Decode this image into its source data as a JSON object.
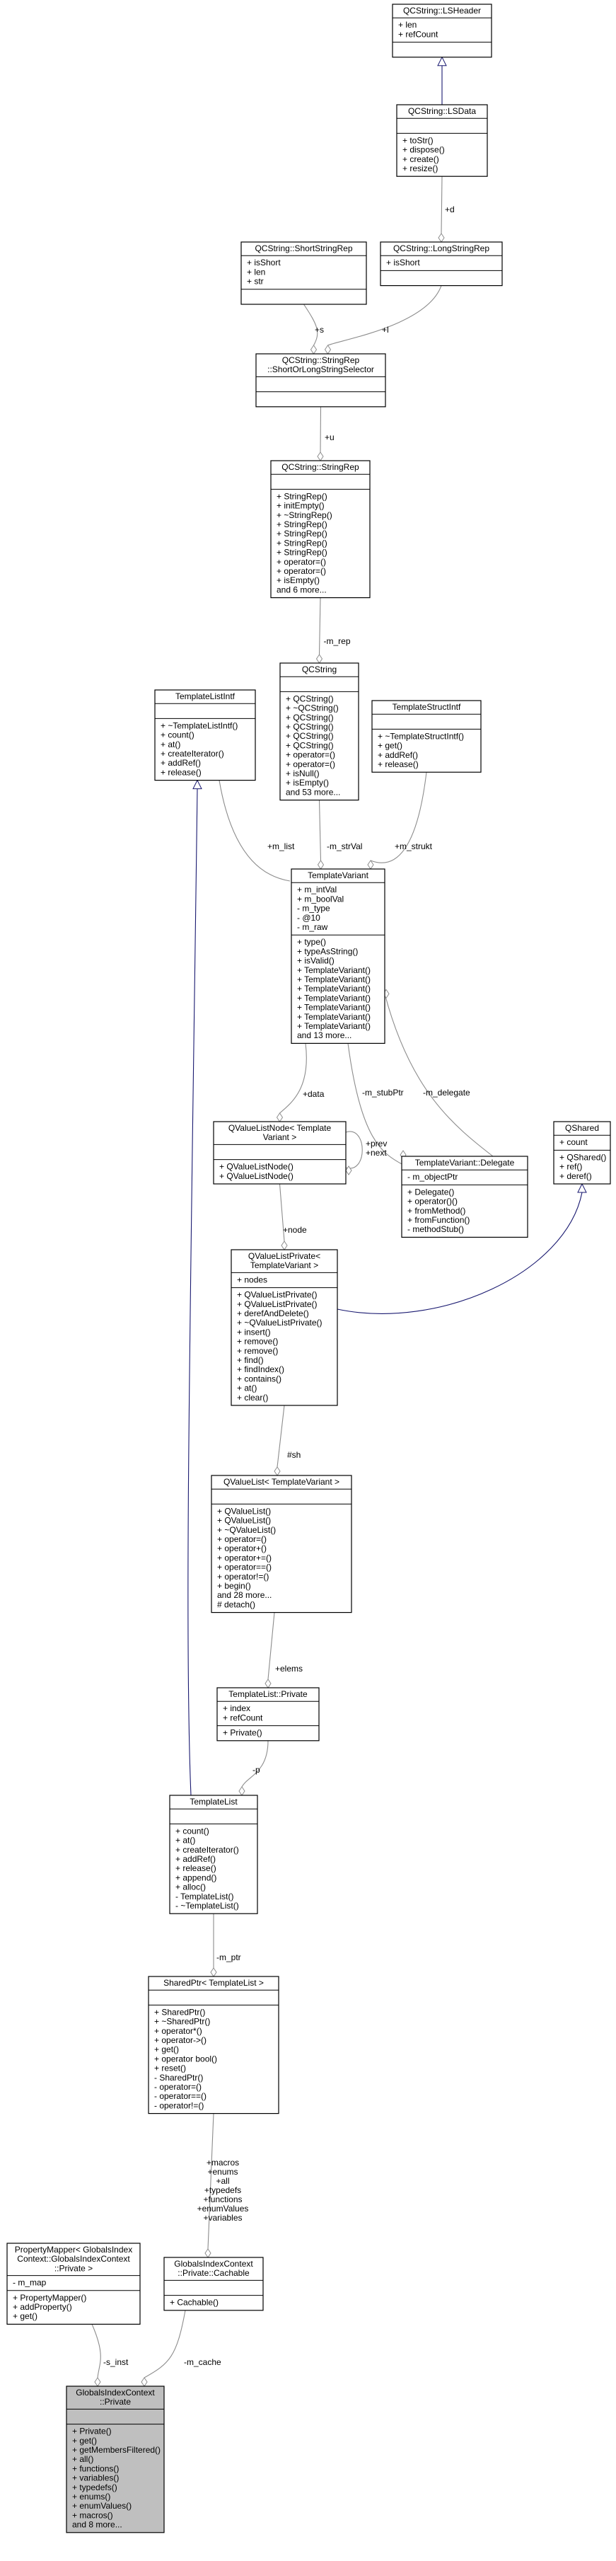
{
  "diagram": {
    "classes": [
      {
        "id": "lsheader",
        "title": [
          "QCString::LSHeader"
        ],
        "attributes": [
          "+ len",
          "+ refCount"
        ],
        "methods": []
      },
      {
        "id": "lsdata",
        "title": [
          "QCString::LSData"
        ],
        "attributes": [],
        "methods": [
          "+ toStr()",
          "+ dispose()",
          "+ create()",
          "+ resize()"
        ]
      },
      {
        "id": "shortstringrep",
        "title": [
          "QCString::ShortStringRep"
        ],
        "attributes": [
          "+ isShort",
          "+ len",
          "+ str"
        ],
        "methods": []
      },
      {
        "id": "longstringrep",
        "title": [
          "QCString::LongStringRep"
        ],
        "attributes": [
          "+ isShort"
        ],
        "methods": []
      },
      {
        "id": "shortorlong",
        "title": [
          "QCString::StringRep",
          "::ShortOrLongStringSelector"
        ],
        "attributes": [],
        "methods": []
      },
      {
        "id": "stringrep",
        "title": [
          "QCString::StringRep"
        ],
        "attributes": [],
        "methods": [
          "+ StringRep()",
          "+ initEmpty()",
          "+ ~StringRep()",
          "+ StringRep()",
          "+ StringRep()",
          "+ StringRep()",
          "+ StringRep()",
          "+ operator=()",
          "+ operator=()",
          "+ isEmpty()",
          "and 6 more..."
        ]
      },
      {
        "id": "qcstring",
        "title": [
          "QCString"
        ],
        "attributes": [],
        "methods": [
          "+ QCString()",
          "+ ~QCString()",
          "+ QCString()",
          "+ QCString()",
          "+ QCString()",
          "+ QCString()",
          "+ operator=()",
          "+ operator=()",
          "+ isNull()",
          "+ isEmpty()",
          "and 53 more..."
        ]
      },
      {
        "id": "templatelistintf",
        "title": [
          "TemplateListIntf"
        ],
        "attributes": [],
        "methods": [
          "+ ~TemplateListIntf()",
          "+ count()",
          "+ at()",
          "+ createIterator()",
          "+ addRef()",
          "+ release()"
        ]
      },
      {
        "id": "templatestructintf",
        "title": [
          "TemplateStructIntf"
        ],
        "attributes": [],
        "methods": [
          "+ ~TemplateStructIntf()",
          "+ get()",
          "+ addRef()",
          "+ release()"
        ]
      },
      {
        "id": "templatevariant",
        "title": [
          "TemplateVariant"
        ],
        "attributes": [
          "+ m_intVal",
          "+ m_boolVal",
          "- m_type",
          "- @10",
          "- m_raw"
        ],
        "methods": [
          "+ type()",
          "+ typeAsString()",
          "+ isValid()",
          "+ TemplateVariant()",
          "+ TemplateVariant()",
          "+ TemplateVariant()",
          "+ TemplateVariant()",
          "+ TemplateVariant()",
          "+ TemplateVariant()",
          "+ TemplateVariant()",
          "and 13 more..."
        ]
      },
      {
        "id": "qvaluelistnode",
        "title": [
          "QValueListNode< Template",
          "Variant >"
        ],
        "attributes": [],
        "methods": [
          "+ QValueListNode()",
          "+ QValueListNode()"
        ]
      },
      {
        "id": "tvdelegate",
        "title": [
          "TemplateVariant::Delegate"
        ],
        "attributes": [
          "- m_objectPtr"
        ],
        "methods": [
          "+ Delegate()",
          "+ operator()()",
          "+ fromMethod()",
          "+ fromFunction()",
          "- methodStub()"
        ]
      },
      {
        "id": "qshared",
        "title": [
          "QShared"
        ],
        "attributes": [
          "+ count"
        ],
        "methods": [
          "+ QShared()",
          "+ ref()",
          "+ deref()"
        ]
      },
      {
        "id": "qvaluelistprivate",
        "title": [
          "QValueListPrivate<",
          "TemplateVariant >"
        ],
        "attributes": [
          "+ nodes"
        ],
        "methods": [
          "+ QValueListPrivate()",
          "+ QValueListPrivate()",
          "+ derefAndDelete()",
          "+ ~QValueListPrivate()",
          "+ insert()",
          "+ remove()",
          "+ remove()",
          "+ find()",
          "+ findIndex()",
          "+ contains()",
          "+ at()",
          "+ clear()"
        ]
      },
      {
        "id": "qvaluelist",
        "title": [
          "QValueList< TemplateVariant >"
        ],
        "attributes": [],
        "methods": [
          "+ QValueList()",
          "+ QValueList()",
          "+ ~QValueList()",
          "+ operator=()",
          "+ operator+()",
          "+ operator+=()",
          "+ operator==()",
          "+ operator!=()",
          "+ begin()",
          "and 28 more...",
          "# detach()"
        ]
      },
      {
        "id": "tlprivate",
        "title": [
          "TemplateList::Private"
        ],
        "attributes": [
          "+ index",
          "+ refCount"
        ],
        "methods": [
          "+ Private()"
        ]
      },
      {
        "id": "templatelist",
        "title": [
          "TemplateList"
        ],
        "attributes": [],
        "methods": [
          "+ count()",
          "+ at()",
          "+ createIterator()",
          "+ addRef()",
          "+ release()",
          "+ append()",
          "+ alloc()",
          "- TemplateList()",
          "- ~TemplateList()"
        ]
      },
      {
        "id": "sharedptr",
        "title": [
          "SharedPtr< TemplateList >"
        ],
        "attributes": [],
        "methods": [
          "+ SharedPtr()",
          "+ ~SharedPtr()",
          "+ operator*()",
          "+ operator->()",
          "+ get()",
          "+ operator bool()",
          "+ reset()",
          "- SharedPtr()",
          "- operator=()",
          "- operator==()",
          "- operator!=()"
        ]
      },
      {
        "id": "propertymapper",
        "title": [
          "PropertyMapper< GlobalsIndex",
          "Context::GlobalsIndexContext",
          "::Private >"
        ],
        "attributes": [
          "- m_map"
        ],
        "methods": [
          "+ PropertyMapper()",
          "+ addProperty()",
          "+ get()"
        ]
      },
      {
        "id": "cachable",
        "title": [
          "GlobalsIndexContext",
          "::Private::Cachable"
        ],
        "attributes": [],
        "methods": [
          "+ Cachable()"
        ]
      },
      {
        "id": "gicprivate",
        "title": [
          "GlobalsIndexContext",
          "::Private"
        ],
        "attributes": [],
        "methods": [
          "+ Private()",
          "+ get()",
          "+ getMembersFiltered()",
          "+ all()",
          "+ functions()",
          "+ variables()",
          "+ typedefs()",
          "+ enums()",
          "+ enumValues()",
          "+ macros()",
          "and 8 more..."
        ]
      }
    ],
    "edge_labels": {
      "lsdata_to_longstringrep": "+d",
      "shortstringrep_to_selector": "+s",
      "longstringrep_to_selector": "+l",
      "selector_to_stringrep": "+u",
      "stringrep_to_qcstring": "-m_rep",
      "templatelistintf_to_variant": "+m_list",
      "qcstring_to_variant": "-m_strVal",
      "structintf_to_variant": "+m_strukt",
      "variant_to_listnode": "+data",
      "delegate_stubptr": "-m_stubPtr",
      "delegate_delegate": "-m_delegate",
      "listnode_self_prev": "+prev",
      "listnode_self_next": "+next",
      "listnode_to_private": "+node",
      "private_to_valuelist": "#sh",
      "valuelist_to_tlprivate": "+elems",
      "tlprivate_to_templatelist": "-p",
      "templatelist_to_sharedptr": "-m_ptr",
      "sharedptr_to_cachable": [
        "+macros",
        "+enums",
        "+all",
        "+typedefs",
        "+functions",
        "+enumValues",
        "+variables"
      ],
      "propertymapper_to_gicprivate": "-s_inst",
      "cachable_to_gicprivate": "-m_cache"
    },
    "colors": {
      "aggregation_edge": "#8c8c8c",
      "inheritance_edge": "#191970",
      "highlight_fill": "#bfbfbf",
      "box_fill": "#ffffff"
    }
  }
}
